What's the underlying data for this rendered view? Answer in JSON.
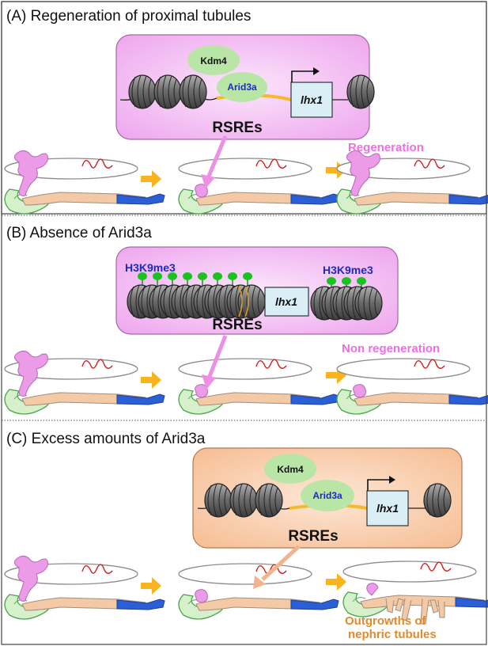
{
  "panels": [
    {
      "title": "(A) Regeneration of proximal tubules",
      "kdm4": "Kdm4",
      "arid3a": "Arid3a",
      "gene": "lhx1",
      "rsres": "RSREs",
      "outcome": "Regeneration"
    },
    {
      "title": "(B) Absence of Arid3a",
      "mark_left": "H3K9me3",
      "mark_right": "H3K9me3",
      "gene": "lhx1",
      "rsres": "RSREs",
      "outcome": "Non regeneration"
    },
    {
      "title": "(C) Excess amounts of Arid3a",
      "kdm4": "Kdm4",
      "arid3a": "Arid3a",
      "gene": "lhx1",
      "rsres": "RSREs",
      "outcome_line1": "Outgrowths of",
      "outcome_line2": "nephric tubules"
    }
  ],
  "colors": {
    "pink_box": "#f0b6f0",
    "orange_box": "#f8c7a3",
    "protein_green": "#b9e5a6",
    "label_blue": "#1e2bbf",
    "pink_text": "#ec6fe4",
    "orange_text": "#e08a2c",
    "arrow_orange": "#f8b31f",
    "tubule_peach": "#f3c9a6",
    "tubule_blue": "#2b5fd6"
  }
}
